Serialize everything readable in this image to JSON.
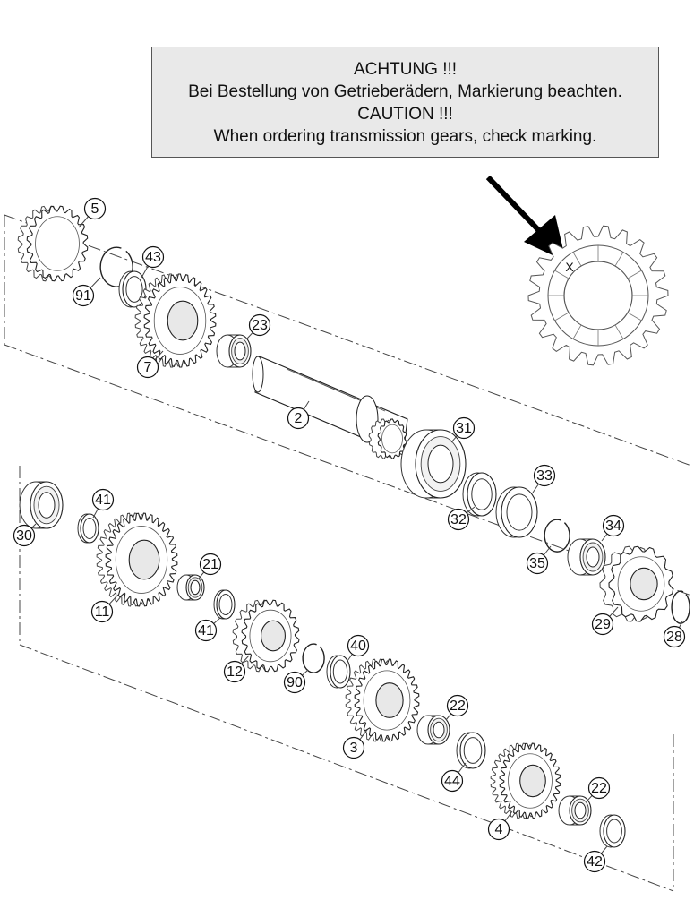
{
  "notice": {
    "line1": "ACHTUNG !!!",
    "line2": "Bei Bestellung von Getrieberädern, Markierung beachten.",
    "line3": "CAUTION !!!",
    "line4": "When ordering transmission gears, check marking."
  },
  "marking_symbol": "X",
  "callouts": [
    {
      "id": "5",
      "label": "5"
    },
    {
      "id": "43",
      "label": "43"
    },
    {
      "id": "91",
      "label": "91"
    },
    {
      "id": "7",
      "label": "7"
    },
    {
      "id": "23",
      "label": "23"
    },
    {
      "id": "2",
      "label": "2"
    },
    {
      "id": "31",
      "label": "31"
    },
    {
      "id": "33",
      "label": "33"
    },
    {
      "id": "32",
      "label": "32"
    },
    {
      "id": "34",
      "label": "34"
    },
    {
      "id": "35",
      "label": "35"
    },
    {
      "id": "29",
      "label": "29"
    },
    {
      "id": "28",
      "label": "28"
    },
    {
      "id": "41a",
      "label": "41"
    },
    {
      "id": "30",
      "label": "30"
    },
    {
      "id": "11",
      "label": "11"
    },
    {
      "id": "21",
      "label": "21"
    },
    {
      "id": "41b",
      "label": "41"
    },
    {
      "id": "12",
      "label": "12"
    },
    {
      "id": "40",
      "label": "40"
    },
    {
      "id": "90",
      "label": "90"
    },
    {
      "id": "3",
      "label": "3"
    },
    {
      "id": "22a",
      "label": "22"
    },
    {
      "id": "44",
      "label": "44"
    },
    {
      "id": "22b",
      "label": "22"
    },
    {
      "id": "4",
      "label": "4"
    },
    {
      "id": "42",
      "label": "42"
    }
  ]
}
